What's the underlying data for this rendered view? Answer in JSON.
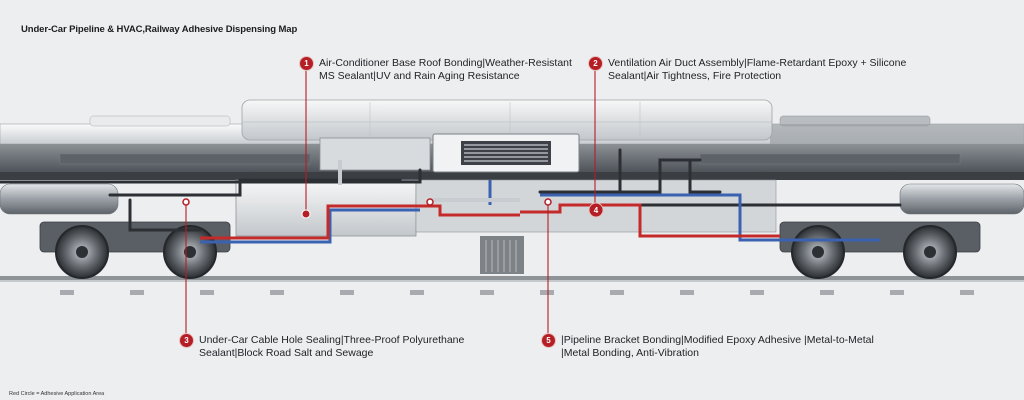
{
  "title": "Under-Car Pipeline & HVAC,Railway Adhesive Dispensing Map",
  "footnote": "Red Circle = Adhesive Application Area",
  "callouts": [
    {
      "num": "1",
      "line1": "Air-Conditioner Base Roof Bonding|Weather-Resistant",
      "line2": "MS Sealant|UV and Rain Aging Resistance"
    },
    {
      "num": "2",
      "line1": "Ventilation Air Duct Assembly|Flame-Retardant Epoxy + Silicone",
      "line2": "Sealant|Air Tightness, Fire Protection"
    },
    {
      "num": "3",
      "line1": "Under-Car Cable Hole Sealing|Three-Proof Polyurethane",
      "line2": "Sealant|Block Road Salt and Sewage"
    },
    {
      "num": "4"
    },
    {
      "num": "5",
      "line1": "|Pipeline Bracket Bonding|Modified Epoxy Adhesive |Metal-to-Metal",
      "line2": "|Metal Bonding, Anti-Vibration"
    }
  ],
  "colors": {
    "accent": "#b41e24",
    "pipe_red": "#c42a2a",
    "pipe_blue": "#3a62b0",
    "pipe_dark": "#2c2f33"
  }
}
